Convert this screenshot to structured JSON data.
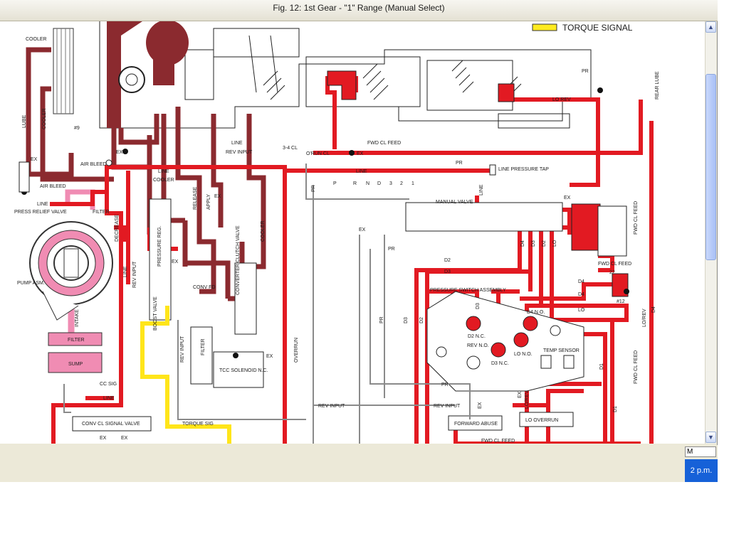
{
  "window": {
    "title": "Fig. 12: 1st Gear - \"1\" Range (Manual Select)"
  },
  "legend": {
    "swatch_color": "#ffeb1f",
    "label": "TORQUE SIGNAL"
  },
  "colors": {
    "line_pressure": "#e21a22",
    "converter_feed": "#8b2a2f",
    "pump_suction": "#f08cb3",
    "torque_signal": "#ffe51a",
    "exhaust": "#8a8a8a"
  },
  "labels": {
    "cooler": "COOLER",
    "lube": "LUBE",
    "cooler2": "COOLER",
    "rear_lube": "REAR LUBE",
    "pr_top": "PR",
    "lo_rev_top": "LO REV",
    "num_9": "#9",
    "line1": "LINE",
    "rev_input1": "REV INPUT",
    "ex1": "EX",
    "air_bleed1": "AIR BLEED",
    "line2": "LINE",
    "ex2": "EX",
    "air_bleed2": "AIR BLEED",
    "line3": "LINE",
    "press_relief_valve": "PRESS RELIEF VALVE",
    "filter1": "FILTER",
    "decrease": "DECREASE",
    "pump_asm": "PUMP ASM.",
    "intake": "INTAKE",
    "filter2": "FILTER",
    "sump": "SUMP",
    "cooler3": "COOLER",
    "release": "RELEASE",
    "apply": "APPLY",
    "ex3": "EX",
    "line4": "LINE",
    "rev_input2": "REV INPUT",
    "boost_valve": "BOOST VALVE",
    "pressure_reg": "PRESSURE REG.",
    "ex4": "EX",
    "conv_fd": "CONV FD",
    "converter_clutch_valve": "CONVERTER CLUTCH VALVE",
    "cooler4": "COOLER",
    "rev_input3": "REV INPUT",
    "filter3": "FILTER",
    "tcc_solenoid": "TCC SOLENOID N.C.",
    "ex5": "EX",
    "cc_sig": "CC SIG",
    "line5": "LINE",
    "conv_cl_signal_valve": "CONV CL SIGNAL VALVE",
    "ex6": "EX",
    "ex7": "EX",
    "torque_sig": "TORQUE SIG",
    "num_24": "3-4 CL",
    "orun_cl": "O'RUN CL",
    "fwd_cl_feed1": "FWD CL FEED",
    "ex8": "EX",
    "pr1": "PR",
    "line6": "LINE",
    "line_pressure_tap": "LINE PRESSURE TAP",
    "gear_p": "P",
    "gear_r": "R",
    "gear_n": "N",
    "gear_d": "D",
    "gear_3": "3",
    "gear_2": "2",
    "gear_1": "1",
    "pr2": "PR",
    "line7": "LINE",
    "manual_valve": "MANUAL VALVE",
    "ex9": "EX",
    "fwd_cl_feed2": "FWD CL FEED",
    "ex10": "EX",
    "pr3": "PR",
    "d4": "D4",
    "d3": "D3",
    "d2": "D2",
    "lo": "LO",
    "fwd_cl_feed3": "FWD CL FEED",
    "num_22": "22",
    "d2_1": "D2",
    "d3_1": "D3",
    "d4_1": "D4",
    "d4_2": "D4",
    "lo_1": "LO",
    "num_12": "#12",
    "pressure_switch_assembly": "PRESSURE SWITCH ASSEMBLY",
    "d3_2": "D3",
    "d4_nc": "D4 N.O.",
    "d2_nc": "D2 N.C.",
    "rev_no": "REV N.O.",
    "lo_no": "LO N.O.",
    "d3_nc": "D3 N.C.",
    "temp_sensor": "TEMP SENSOR",
    "d4_3": "D4",
    "lo_rev_1": "LO/REV",
    "fwd_cl_feed4": "FWD CL FEED",
    "overrun": "OVERRUN",
    "pr4": "PR",
    "d3_3": "D3",
    "d2_3": "D2",
    "pr5": "PR",
    "rev_input4": "REV INPUT",
    "rev_input5": "REV INPUT",
    "ex11": "EX",
    "forward_abuse": "FORWARD ABUSE",
    "lo_overrun": "LO OVERRUN",
    "lo_rev_2": "LO/REV",
    "ex12": "EX",
    "fwd_cl_feed5": "FWD CL FEED",
    "d1": "D1",
    "d1_2": "D1"
  },
  "status": {
    "zoom": "M",
    "clock": "2 p.m."
  }
}
